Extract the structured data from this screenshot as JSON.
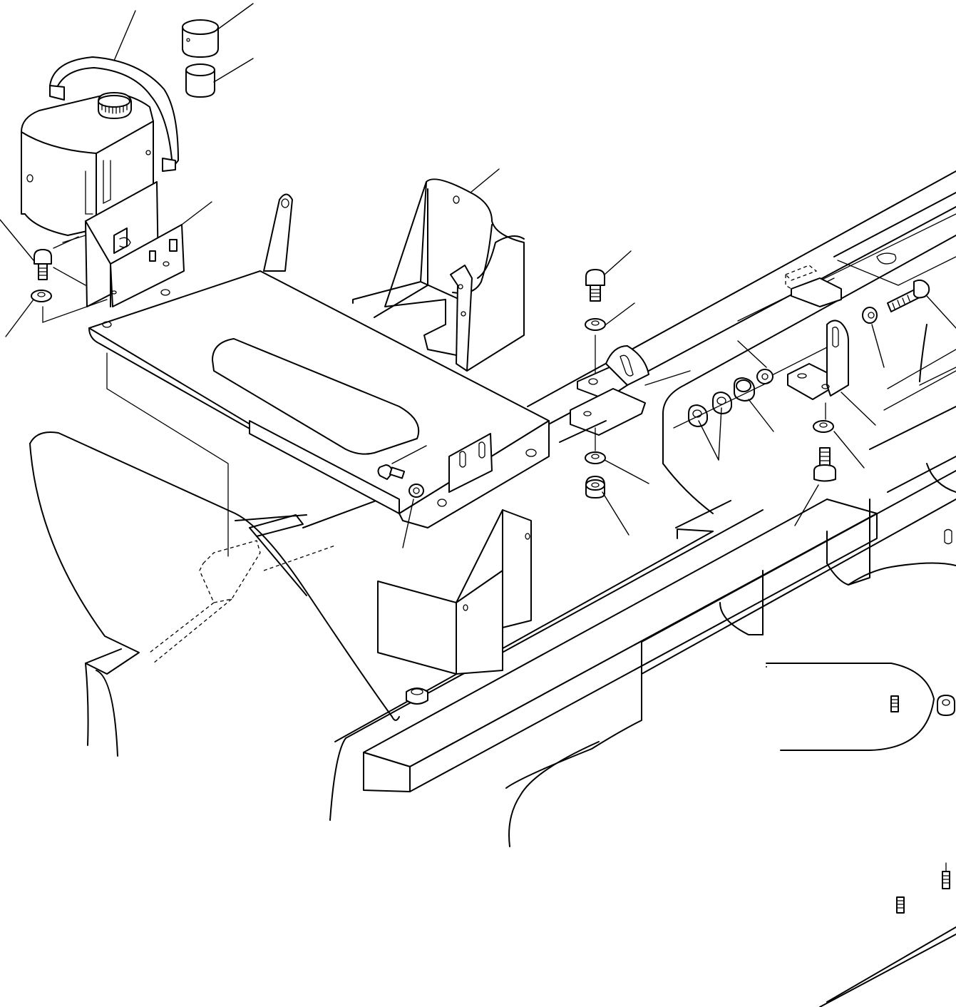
{
  "diagram": {
    "parts": [
      {
        "name": "reservoir-tank"
      },
      {
        "name": "tank-strap"
      },
      {
        "name": "cap-upper"
      },
      {
        "name": "cap-lower"
      },
      {
        "name": "mounting-bracket-plate"
      },
      {
        "name": "tray"
      },
      {
        "name": "battery-holder"
      },
      {
        "name": "bolt"
      },
      {
        "name": "washer"
      },
      {
        "name": "nut"
      },
      {
        "name": "angle-bracket"
      },
      {
        "name": "l-bracket"
      },
      {
        "name": "spacer"
      },
      {
        "name": "bushing"
      },
      {
        "name": "frame-rail"
      },
      {
        "name": "side-panel"
      }
    ],
    "leader_count": 24,
    "colors": {
      "ink": "#000000",
      "paper": "#ffffff"
    }
  }
}
